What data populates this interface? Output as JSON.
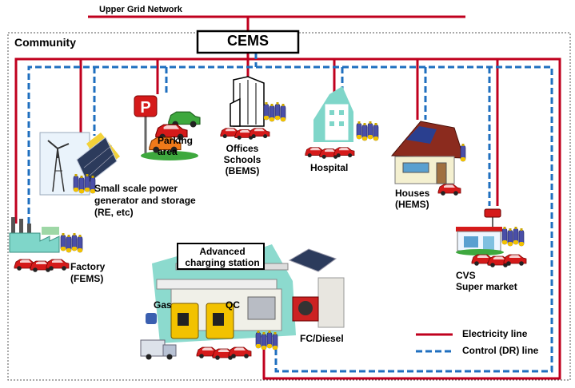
{
  "upper_grid": "Upper Grid Network",
  "community": "Community",
  "cems": "CEMS",
  "parking": {
    "line1": "Parking",
    "line2": "area"
  },
  "offices": {
    "line1": "Offices",
    "line2": "Schools",
    "line3": "(BEMS)"
  },
  "hospital": "Hospital",
  "small_scale": {
    "line1": "Small scale power",
    "line2": "generator and storage",
    "line3": "(RE, etc)"
  },
  "houses": {
    "line1": "Houses",
    "line2": "(HEMS)"
  },
  "factory": {
    "line1": "Factory",
    "line2": "(FEMS)"
  },
  "charging_station": {
    "line1": "Advanced",
    "line2": "charging station"
  },
  "gas": "Gas",
  "qc": "QC",
  "fc_diesel": "FC/Diesel",
  "cvs": {
    "line1": "CVS",
    "line2": "Super market"
  },
  "legend": {
    "electricity": "Electricity line",
    "control": "Control (DR) line"
  },
  "colors": {
    "electricity": "#c0001e",
    "control": "#1f6fbf",
    "car": "#d51a1a",
    "battery": "#4a4fa8",
    "roof_green": "#7fd6c9"
  }
}
